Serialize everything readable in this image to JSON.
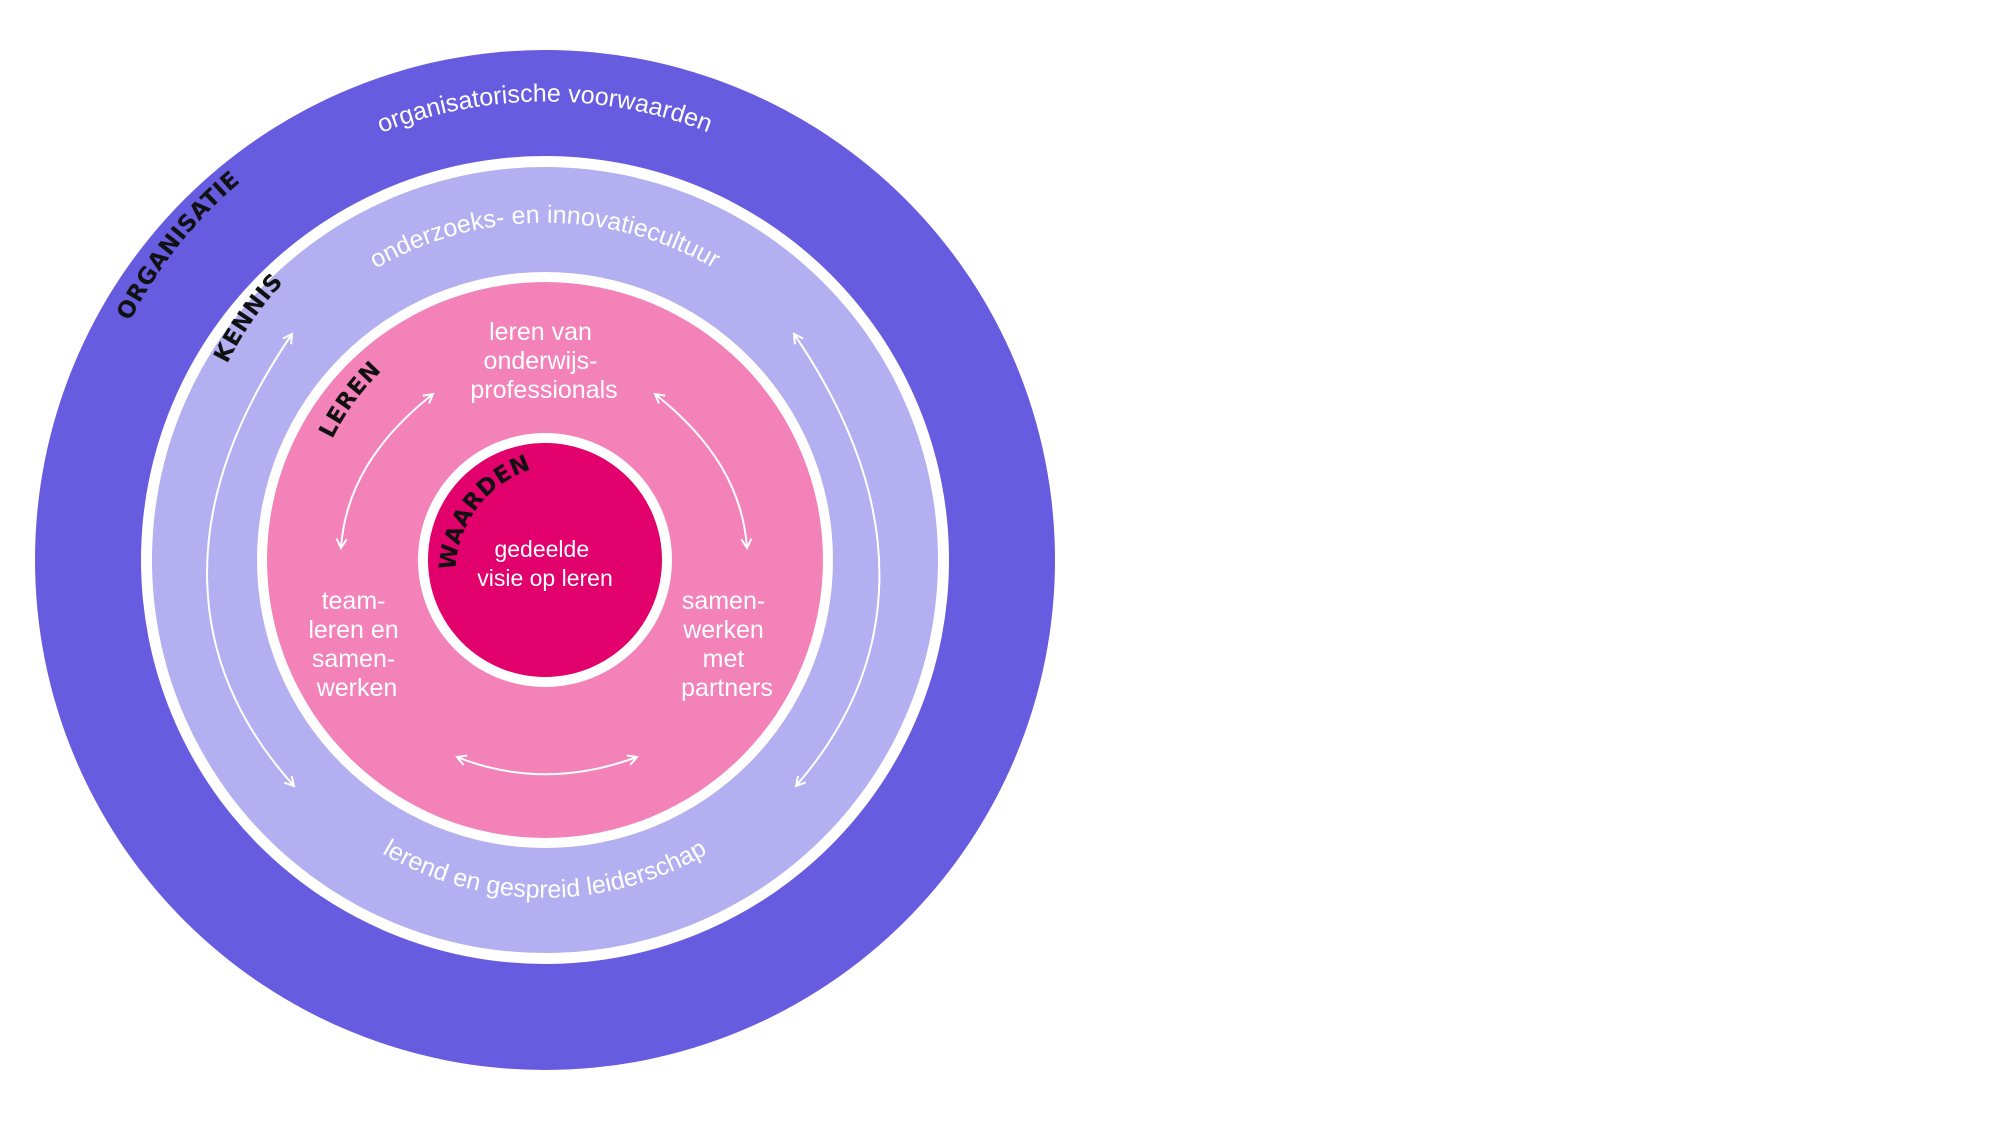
{
  "colors": {
    "organisatie": "#675be0",
    "kennis": "#b3aff0",
    "leren": "#f282b8",
    "waarden": "#e2006c",
    "separator": "#ffffff",
    "title_text": "#111111"
  },
  "rings": {
    "organisatie": {
      "title": "ORGANISATIE",
      "subtitle": "organisatorische voorwaarden"
    },
    "kennis": {
      "title": "KENNIS",
      "top": "onderzoeks- en innovatiecultuur",
      "bottom": "lerend en gespreid leiderschap"
    },
    "leren": {
      "title": "LEREN",
      "top": [
        "leren van",
        "onderwijs-",
        "professionals"
      ],
      "left": [
        "team-",
        "leren en",
        "samen-",
        "werken"
      ],
      "right": [
        "samen-",
        "werken",
        "met",
        "partners"
      ]
    },
    "waarden": {
      "title": "WAARDEN",
      "center": [
        "gedeelde",
        "visie op leren"
      ]
    }
  }
}
